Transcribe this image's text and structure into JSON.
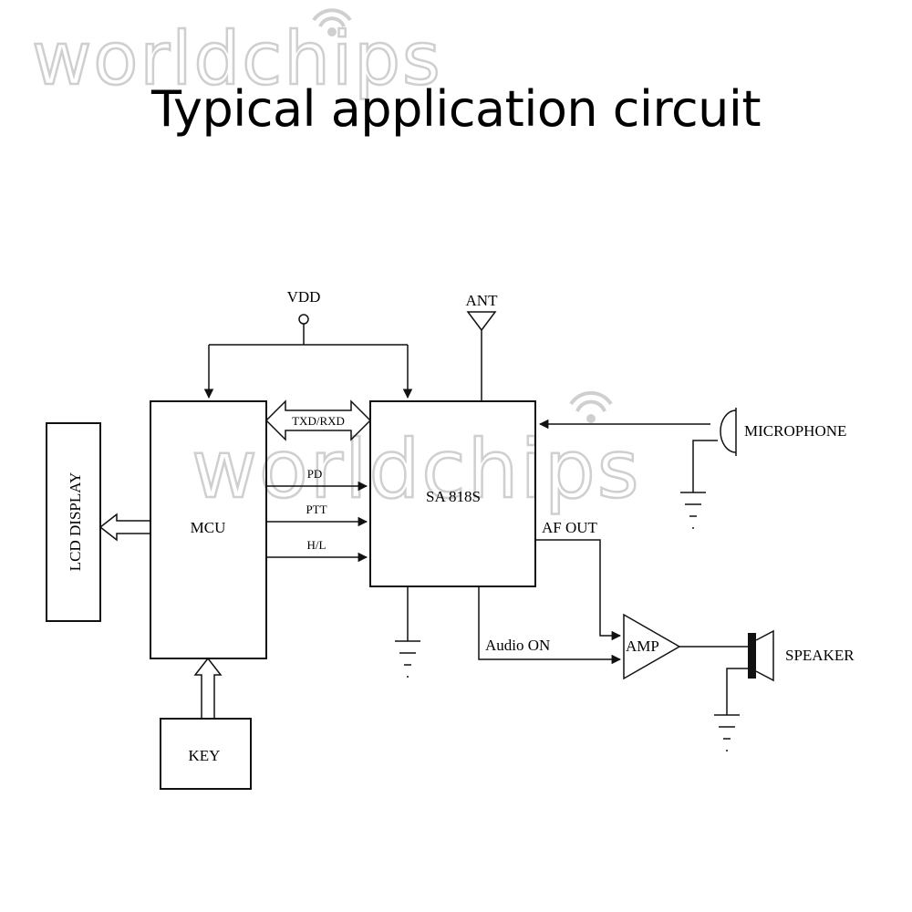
{
  "title": "Typical application circuit",
  "watermark": "worldchips",
  "blocks": {
    "lcd": "LCD DISPLAY",
    "mcu": "MCU",
    "key": "KEY",
    "module": "SA 818S"
  },
  "signals": {
    "vdd": "VDD",
    "ant": "ANT",
    "txd_rxd": "TXD/RXD",
    "pd": "PD",
    "ptt": "PTT",
    "hl": "H/L",
    "af_out": "AF OUT",
    "audio_on": "Audio ON",
    "amp": "AMP",
    "microphone": "MICROPHONE",
    "speaker": "SPEAKER"
  },
  "colors": {
    "line": "#111111",
    "watermark": "#d4d4d4"
  }
}
